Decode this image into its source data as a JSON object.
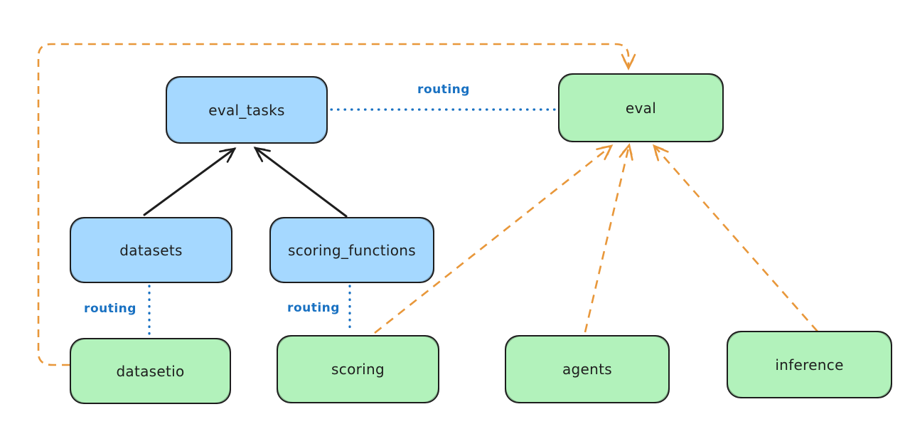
{
  "diagram": {
    "background": "#ffffff",
    "nodes": [
      {
        "id": "eval_tasks",
        "label": "eval_tasks",
        "fill": "#a5d8ff"
      },
      {
        "id": "eval",
        "label": "eval",
        "fill": "#b2f2bb"
      },
      {
        "id": "datasets",
        "label": "datasets",
        "fill": "#a5d8ff"
      },
      {
        "id": "scoring_functions",
        "label": "scoring_functions",
        "fill": "#a5d8ff"
      },
      {
        "id": "datasetio",
        "label": "datasetio",
        "fill": "#b2f2bb"
      },
      {
        "id": "scoring",
        "label": "scoring",
        "fill": "#b2f2bb"
      },
      {
        "id": "agents",
        "label": "agents",
        "fill": "#b2f2bb"
      },
      {
        "id": "inference",
        "label": "inference",
        "fill": "#b2f2bb"
      }
    ],
    "edges": [
      {
        "from": "datasets",
        "to": "eval_tasks",
        "style": "solid-arrow",
        "color": "#1e1e1e"
      },
      {
        "from": "scoring_functions",
        "to": "eval_tasks",
        "style": "solid-arrow",
        "color": "#1e1e1e"
      },
      {
        "from": "eval_tasks",
        "to": "eval",
        "style": "dotted",
        "color": "#1971c2",
        "label": "routing"
      },
      {
        "from": "datasets",
        "to": "datasetio",
        "style": "dotted",
        "color": "#1971c2",
        "label": "routing"
      },
      {
        "from": "scoring_functions",
        "to": "scoring",
        "style": "dotted",
        "color": "#1971c2",
        "label": "routing"
      },
      {
        "from": "datasetio",
        "to": "eval",
        "style": "dashed-arrow",
        "color": "#e8973a"
      },
      {
        "from": "scoring",
        "to": "eval",
        "style": "dashed-arrow",
        "color": "#e8973a"
      },
      {
        "from": "agents",
        "to": "eval",
        "style": "dashed-arrow",
        "color": "#e8973a"
      },
      {
        "from": "inference",
        "to": "eval",
        "style": "dashed-arrow",
        "color": "#e8973a"
      }
    ],
    "colors": {
      "node_stroke": "#1e1e1e",
      "blue_fill": "#a5d8ff",
      "green_fill": "#b2f2bb",
      "routing_blue": "#1971c2",
      "dashed_orange": "#e8973a",
      "text": "#1e1e1e"
    }
  }
}
